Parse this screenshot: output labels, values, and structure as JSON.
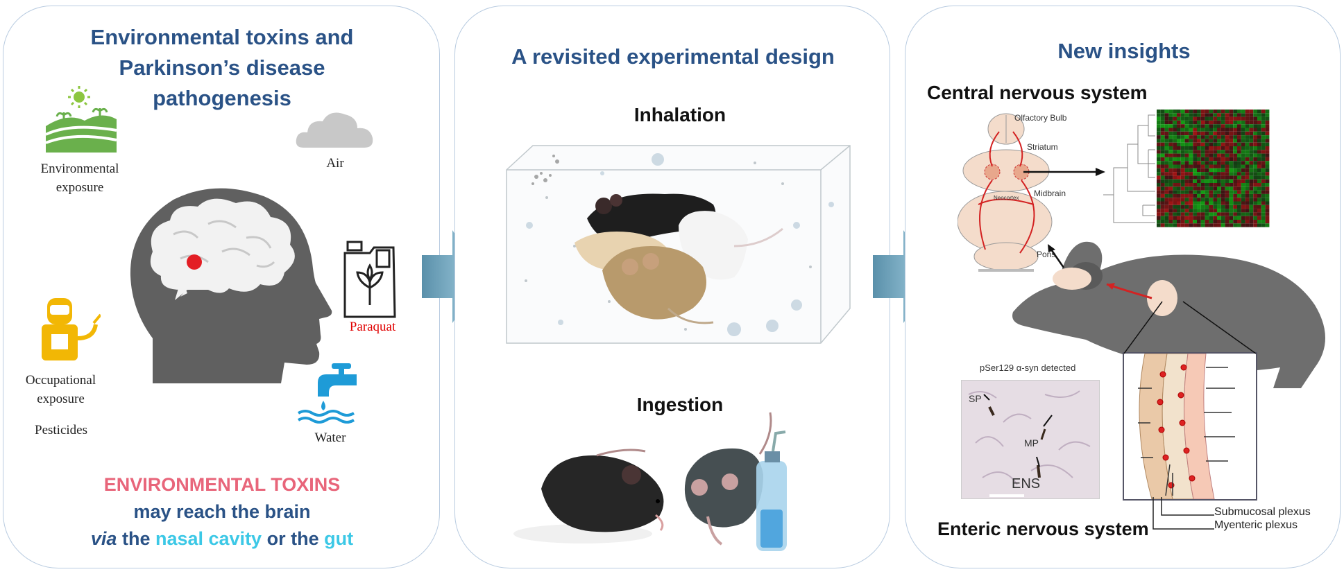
{
  "panel1": {
    "title_line1": "Environmental toxins and",
    "title_line2": "Parkinson’s disease",
    "title_line3": "pathogenesis",
    "env_label_1": "Environmental",
    "env_label_2": "exposure",
    "air_label": "Air",
    "paraquat_label": "Paraquat",
    "occ_label_1": "Occupational",
    "occ_label_2": "exposure",
    "pesticides_label": "Pesticides",
    "water_label": "Water",
    "bottom_line1": "ENVIRONMENTAL TOXINS",
    "bottom_line2": "may reach the brain",
    "bottom_via": "via",
    "bottom_the1": " the ",
    "bottom_nasal": "nasal cavity",
    "bottom_or": " or the ",
    "bottom_gut": "gut"
  },
  "panel2": {
    "title": "A revisited experimental design",
    "inhalation_label": "Inhalation",
    "ingestion_label": "Ingestion"
  },
  "panel3": {
    "title": "New insights",
    "cns_label": "Central nervous system",
    "ens_label": "Enteric nervous system",
    "olfactory_bulb": "Olfactory Bulb",
    "striatum": "Striatum",
    "midbrain": "Midbrain",
    "neocortex": "Neocortex",
    "pons": "Pons",
    "histology_caption": "pSer129 α-syn detected",
    "sp_label": "SP",
    "mp_label": "MP",
    "ens_abbrev": "ENS",
    "submucosal": "Submucosal plexus",
    "myenteric": "Myenteric plexus"
  },
  "colors": {
    "title_blue": "#2a5286",
    "toxins_pink": "#e8657a",
    "cyan": "#3cc8e6",
    "paraquat_red": "#e00000",
    "arrow_blue": "#7fb2c8",
    "green_icon": "#6ab04c",
    "yellow_icon": "#f2b705",
    "water_blue": "#1e9bd7",
    "mouse_gray": "#6e6e6e"
  }
}
